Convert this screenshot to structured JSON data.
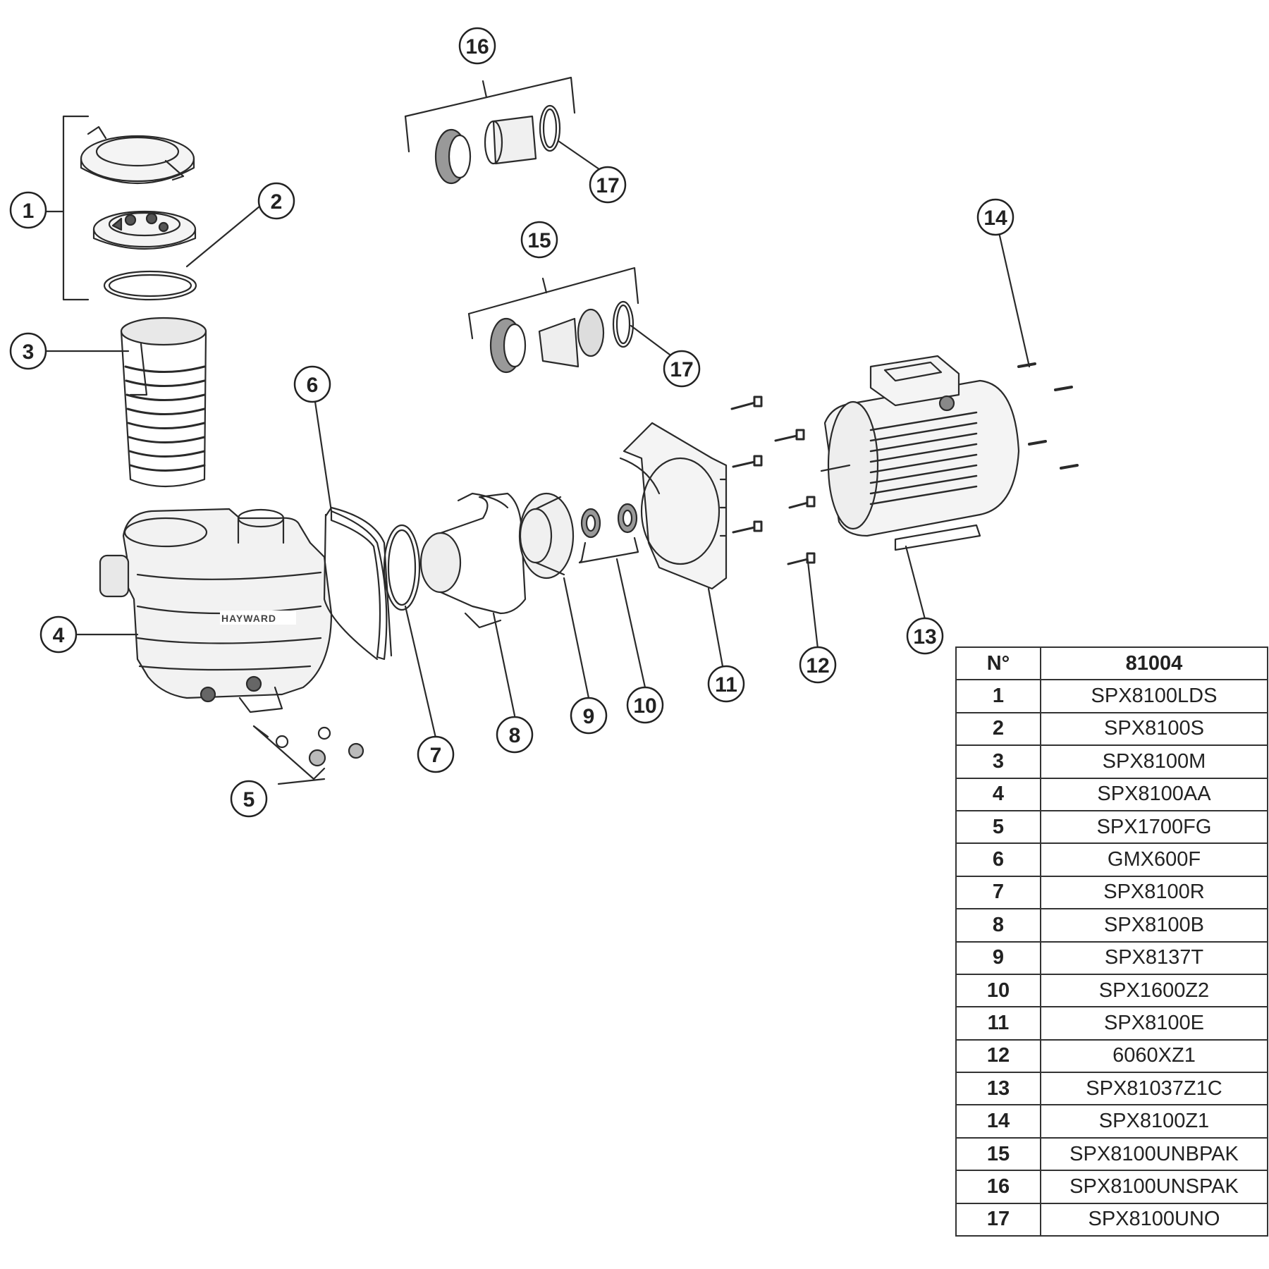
{
  "callouts": [
    "1",
    "2",
    "3",
    "4",
    "5",
    "6",
    "7",
    "8",
    "9",
    "10",
    "11",
    "12",
    "13",
    "14",
    "15",
    "16",
    "17",
    "17"
  ],
  "brand": "HAYWARD",
  "table": {
    "header_n": "N°",
    "header_ref": "81004",
    "rows": [
      {
        "n": "1",
        "ref": "SPX8100LDS"
      },
      {
        "n": "2",
        "ref": "SPX8100S"
      },
      {
        "n": "3",
        "ref": "SPX8100M"
      },
      {
        "n": "4",
        "ref": "SPX8100AA"
      },
      {
        "n": "5",
        "ref": "SPX1700FG"
      },
      {
        "n": "6",
        "ref": "GMX600F"
      },
      {
        "n": "7",
        "ref": "SPX8100R"
      },
      {
        "n": "8",
        "ref": "SPX8100B"
      },
      {
        "n": "9",
        "ref": "SPX8137T"
      },
      {
        "n": "10",
        "ref": "SPX1600Z2"
      },
      {
        "n": "11",
        "ref": "SPX8100E"
      },
      {
        "n": "12",
        "ref": "6060XZ1"
      },
      {
        "n": "13",
        "ref": "SPX81037Z1C"
      },
      {
        "n": "14",
        "ref": "SPX8100Z1"
      },
      {
        "n": "15",
        "ref": "SPX8100UNBPAK"
      },
      {
        "n": "16",
        "ref": "SPX8100UNSPAK"
      },
      {
        "n": "17",
        "ref": "SPX8100UNO"
      }
    ]
  }
}
